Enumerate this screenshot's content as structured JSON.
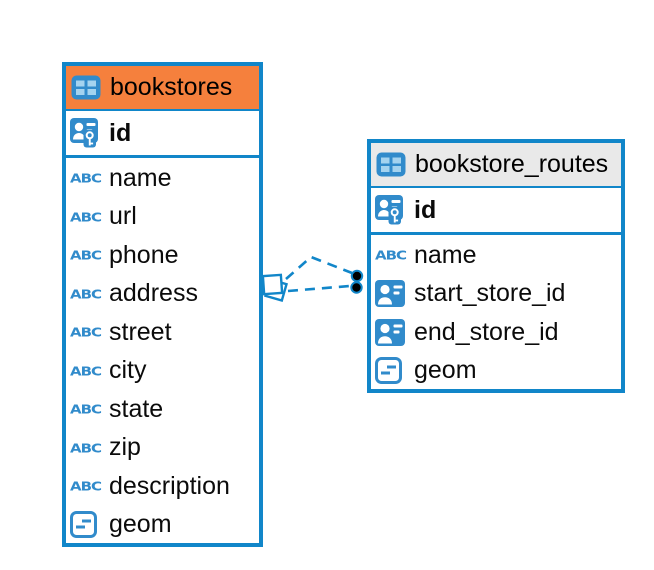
{
  "colors": {
    "accent": "#1186C9",
    "icon_blue": "#318BCB",
    "icon_cell_blue": "#A4D3EF",
    "orange_header": "#F5803D",
    "gray_header": "#E9E9E9",
    "text": "#0B0B0B",
    "edge_dot": "#000000"
  },
  "tables": [
    {
      "title": "bookstores",
      "header_color": "#F5803D",
      "columns": [
        {
          "name": "id",
          "icon": "primary-key-icon",
          "primary_key": true
        },
        {
          "name": "name",
          "icon": "text-icon"
        },
        {
          "name": "url",
          "icon": "text-icon"
        },
        {
          "name": "phone",
          "icon": "text-icon"
        },
        {
          "name": "address",
          "icon": "text-icon"
        },
        {
          "name": "street",
          "icon": "text-icon"
        },
        {
          "name": "city",
          "icon": "text-icon"
        },
        {
          "name": "state",
          "icon": "text-icon"
        },
        {
          "name": "zip",
          "icon": "text-icon"
        },
        {
          "name": "description",
          "icon": "text-icon"
        },
        {
          "name": "geom",
          "icon": "geometry-icon"
        }
      ]
    },
    {
      "title": "bookstore_routes",
      "header_color": "#E9E9E9",
      "columns": [
        {
          "name": "id",
          "icon": "primary-key-icon",
          "primary_key": true
        },
        {
          "name": "name",
          "icon": "text-icon"
        },
        {
          "name": "start_store_id",
          "icon": "reference-icon"
        },
        {
          "name": "end_store_id",
          "icon": "reference-icon"
        },
        {
          "name": "geom",
          "icon": "geometry-icon"
        }
      ]
    }
  ],
  "relationships": [
    {
      "from_table": "bookstore_routes",
      "to_table": "bookstores",
      "line_style": "dashed"
    },
    {
      "from_table": "bookstore_routes",
      "to_table": "bookstores",
      "line_style": "dashed"
    }
  ]
}
